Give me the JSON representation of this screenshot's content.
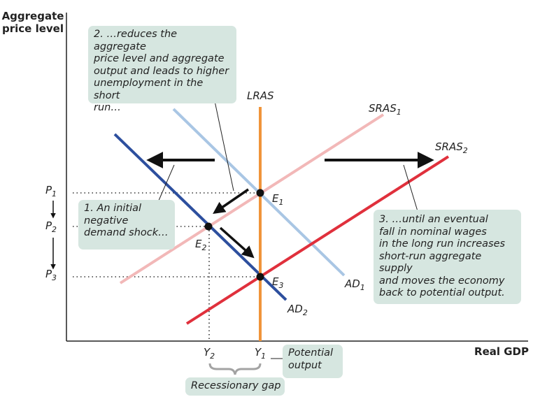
{
  "axes": {
    "y_label": "Aggregate price level",
    "x_label": "Real GDP"
  },
  "curves": {
    "lras": "LRAS",
    "sras1": {
      "name": "SRAS",
      "sub": "1"
    },
    "sras2": {
      "name": "SRAS",
      "sub": "2"
    },
    "ad1": {
      "name": "AD",
      "sub": "1"
    },
    "ad2": {
      "name": "AD",
      "sub": "2"
    }
  },
  "points": {
    "e1": {
      "name": "E",
      "sub": "1"
    },
    "e2": {
      "name": "E",
      "sub": "2"
    },
    "e3": {
      "name": "E",
      "sub": "3"
    }
  },
  "y_ticks": {
    "p1": {
      "name": "P",
      "sub": "1"
    },
    "p2": {
      "name": "P",
      "sub": "2"
    },
    "p3": {
      "name": "P",
      "sub": "3"
    }
  },
  "x_ticks": {
    "y2": {
      "name": "Y",
      "sub": "2"
    },
    "y1": {
      "name": "Y",
      "sub": "1"
    }
  },
  "callouts": {
    "step1": "1. An initial\nnegative\ndemand shock…",
    "step2": "2. …reduces the aggregate\nprice level and aggregate\noutput and leads to higher\nunemployment in the short\nrun…",
    "step3": "3. …until an eventual\nfall in nominal wages\nin the long run increases\nshort-run aggregate supply\nand moves the economy\nback to potential output.",
    "potential_output": "Potential\noutput",
    "recessionary_gap": "Recessionary gap"
  },
  "colors": {
    "lras": "#f0943a",
    "sras1": "#f2b8b8",
    "sras2": "#e0303c",
    "ad1": "#a9c6e4",
    "ad2": "#2d4f9e",
    "callout_bg": "#d6e6e0"
  }
}
